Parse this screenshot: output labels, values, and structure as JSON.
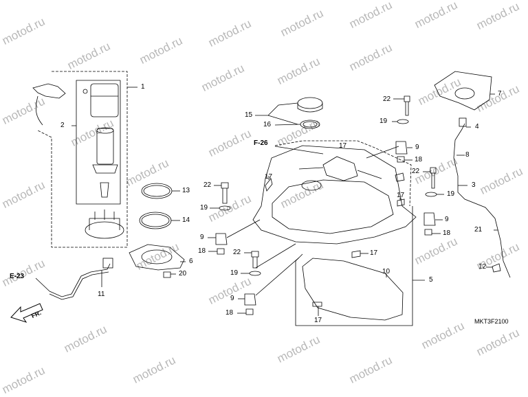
{
  "watermark": "motod.ru",
  "diagram_code": "MKT3F2100",
  "direction_label": "FR.",
  "references": {
    "e23": "E-23",
    "f26": "F-26"
  },
  "callouts": {
    "c1": "1",
    "c2": "2",
    "c3": "3",
    "c4": "4",
    "c5": "5",
    "c6": "6",
    "c7": "7",
    "c8": "8",
    "c9a": "9",
    "c9b": "9",
    "c9c": "9",
    "c9d": "9",
    "c10": "10",
    "c11": "11",
    "c12": "12",
    "c13": "13",
    "c14": "14",
    "c15": "15",
    "c16": "16",
    "c17a": "17",
    "c17b": "17",
    "c17c": "17",
    "c17d": "17",
    "c17e": "17",
    "c18a": "18",
    "c18b": "18",
    "c18c": "18",
    "c18d": "18",
    "c19a": "19",
    "c19b": "19",
    "c19c": "19",
    "c19d": "19",
    "c20": "20",
    "c21": "21",
    "c22a": "22",
    "c22b": "22",
    "c22c": "22",
    "c22d": "22"
  }
}
